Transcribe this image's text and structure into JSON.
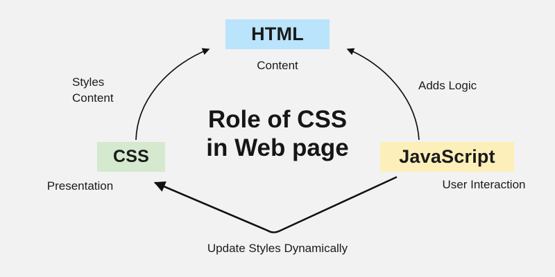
{
  "diagram": {
    "title": "Role of CSS\nin Web page",
    "background_color": "#f2f2f2",
    "nodes": [
      {
        "id": "html",
        "label": "HTML",
        "caption": "Content",
        "color": "#bae3fc"
      },
      {
        "id": "css",
        "label": "CSS",
        "caption": "Presentation",
        "color": "#d4e9ce"
      },
      {
        "id": "javascript",
        "label": "JavaScript",
        "caption": "User Interaction",
        "color": "#fdefb9"
      }
    ],
    "edges": [
      {
        "id": "css-to-html",
        "from": "css",
        "to": "html",
        "label": "Styles\nContent"
      },
      {
        "id": "js-to-html",
        "from": "javascript",
        "to": "html",
        "label": "Adds Logic"
      },
      {
        "id": "js-to-css",
        "from": "javascript",
        "to": "css",
        "label": "Update Styles Dynamically"
      }
    ],
    "arrow_color": "#111111"
  }
}
